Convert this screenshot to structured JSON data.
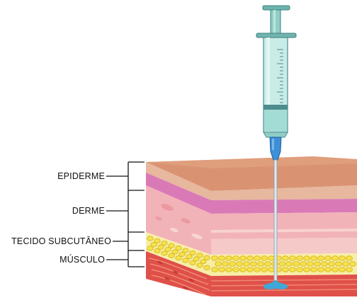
{
  "labels": {
    "epidermis": "EPIDERME",
    "dermis": "DERME",
    "subcutaneous": "TECIDO SUBCUTÂNEO",
    "muscle": "MÚSCULO"
  },
  "colors": {
    "epidermis_top": "#d99373",
    "epidermis_side": "#e7b79e",
    "dermis_pink": "#ec9fbc",
    "dermis_light": "#f6c9c9",
    "subcutaneous_fat": "#f4e24a",
    "muscle_red": "#e0504a",
    "syringe_barrel": "#c9ece6",
    "syringe_dark": "#4d8c8f",
    "needle_hub": "#3d8fd6",
    "liquid": "#3ea9d8"
  }
}
